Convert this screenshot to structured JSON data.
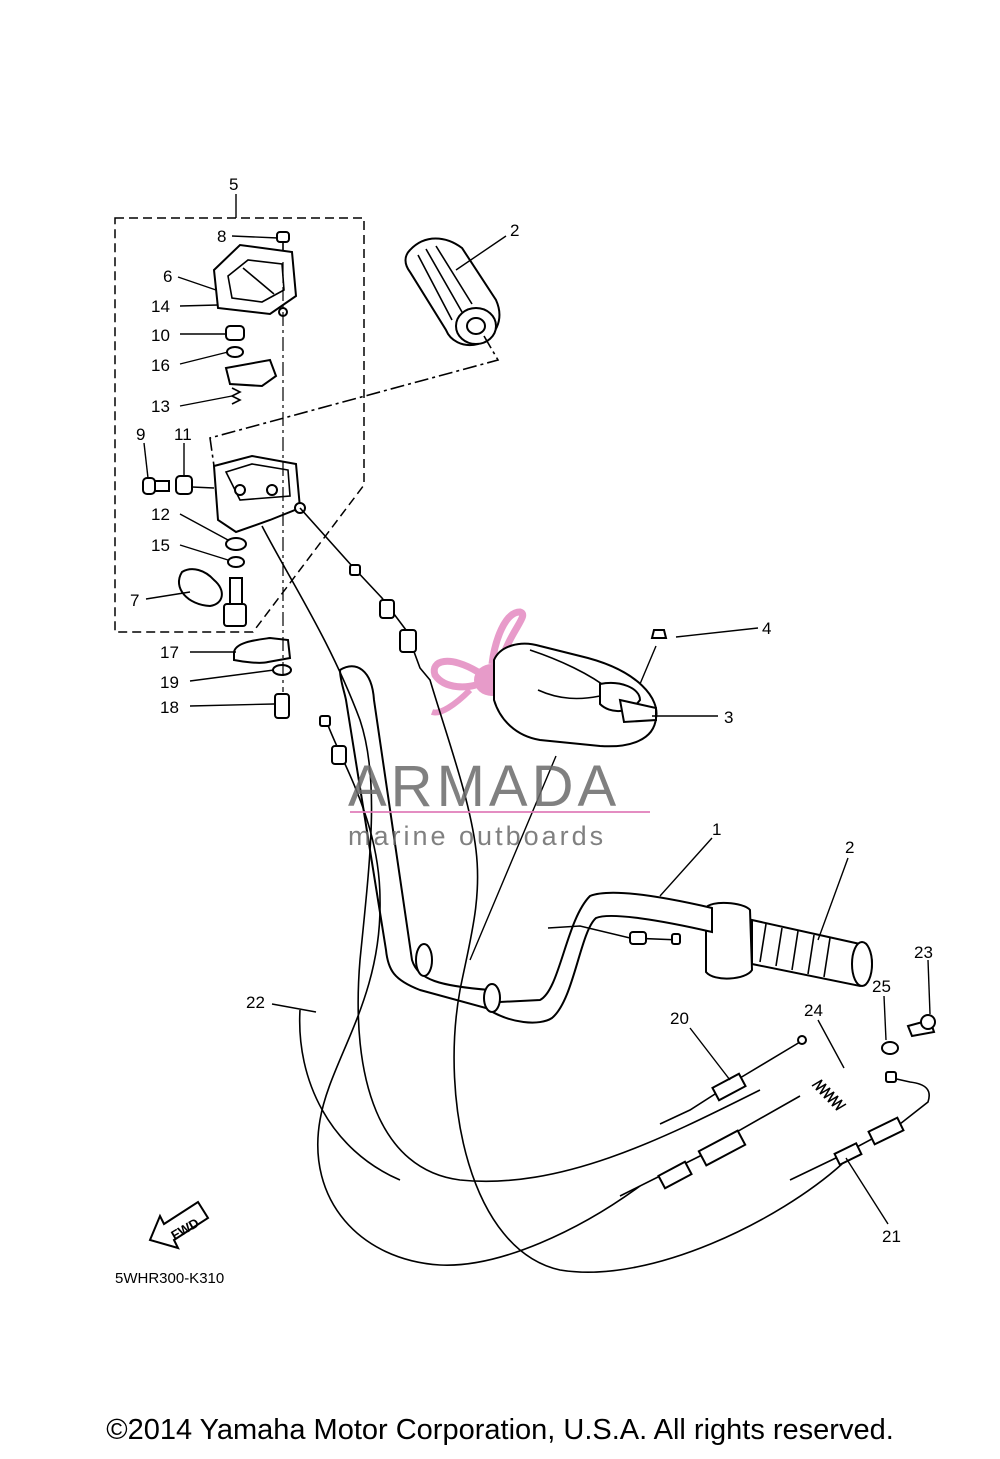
{
  "callouts": {
    "c1": "1",
    "c2a": "2",
    "c2b": "2",
    "c3": "3",
    "c4": "4",
    "c5": "5",
    "c6": "6",
    "c7": "7",
    "c8": "8",
    "c9": "9",
    "c10": "10",
    "c11": "11",
    "c12": "12",
    "c13": "13",
    "c14": "14",
    "c15": "15",
    "c16": "16",
    "c17": "17",
    "c18": "18",
    "c19": "19",
    "c20": "20",
    "c21": "21",
    "c22": "22",
    "c23": "23",
    "c24": "24",
    "c25": "25"
  },
  "diagram_code": "5WHR300-K310",
  "fwd_label": "FWD",
  "watermark": {
    "title": "ARMADA",
    "subtitle": "marine outboards",
    "logo_color": "#e07ab8",
    "text_color": "#6b6b6b"
  },
  "copyright": "©2014 Yamaha Motor Corporation, U.S.A. All rights reserved."
}
